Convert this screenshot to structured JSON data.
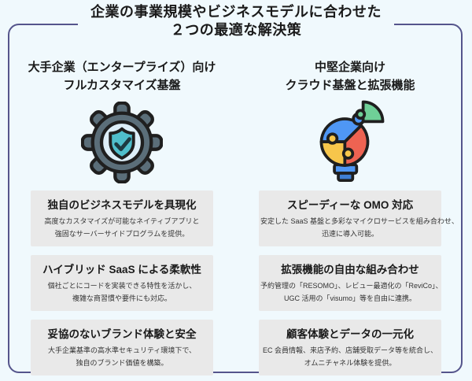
{
  "title": "企業の事業規模やビジネスモデルに合わせた\n２つの最適な解決策",
  "colors": {
    "background": "#f0f9fd",
    "frame_border": "#55558c",
    "box_background": "#e9e9e9",
    "heading_text": "#1a1a1a",
    "body_text": "#333333"
  },
  "icon_colors": {
    "outline": "#1f1f1f",
    "gear_body": "#5b6e79",
    "inner_circle": "#ddeef8",
    "shield": "#4fbecb",
    "check": "#1d3a41",
    "piece_blue": "#4f97f5",
    "piece_yellow": "#f7c64b",
    "piece_red": "#ee6352",
    "piece_green": "#6fcf97",
    "base_blue": "#3f7fd4"
  },
  "columns": [
    {
      "header": "大手企業（エンタープライズ）向け\nフルカスタマイズ基盤",
      "icon": "gear-shield-icon",
      "boxes": [
        {
          "heading": "独自のビジネスモデルを具現化",
          "body": "高度なカスタマイズが可能なネイティブアプリと\n強固なサーバーサイドプログラムを提供。"
        },
        {
          "heading": "ハイブリッド SaaS による柔軟性",
          "body": "個社ごとにコードを実装できる特性を活かし、\n複雑な商習慣や要件にも対応。"
        },
        {
          "heading": "妥協のないブランド体験と安全",
          "body": "大手企業基準の高水準セキュリティ環境下で、\n独自のブランド価値を構築。"
        }
      ]
    },
    {
      "header": "中堅企業向け\nクラウド基盤と拡張機能",
      "icon": "puzzle-bulb-icon",
      "boxes": [
        {
          "heading": "スピーディーな OMO 対応",
          "body": "安定した SaaS 基盤と多彩なマイクロサービスを組み合わせ、\n迅速に導入可能。"
        },
        {
          "heading": "拡張機能の自由な組み合わせ",
          "body": "予約管理の「RESOMO」、レビュー最適化の「ReviCo」、\nUGC 活用の「visumo」等を自由に連携。"
        },
        {
          "heading": "顧客体験とデータの一元化",
          "body": "EC 会員情報、来店予約、店舗受取データ等を統合し、\nオムニチャネル体験を提供。"
        }
      ]
    }
  ]
}
